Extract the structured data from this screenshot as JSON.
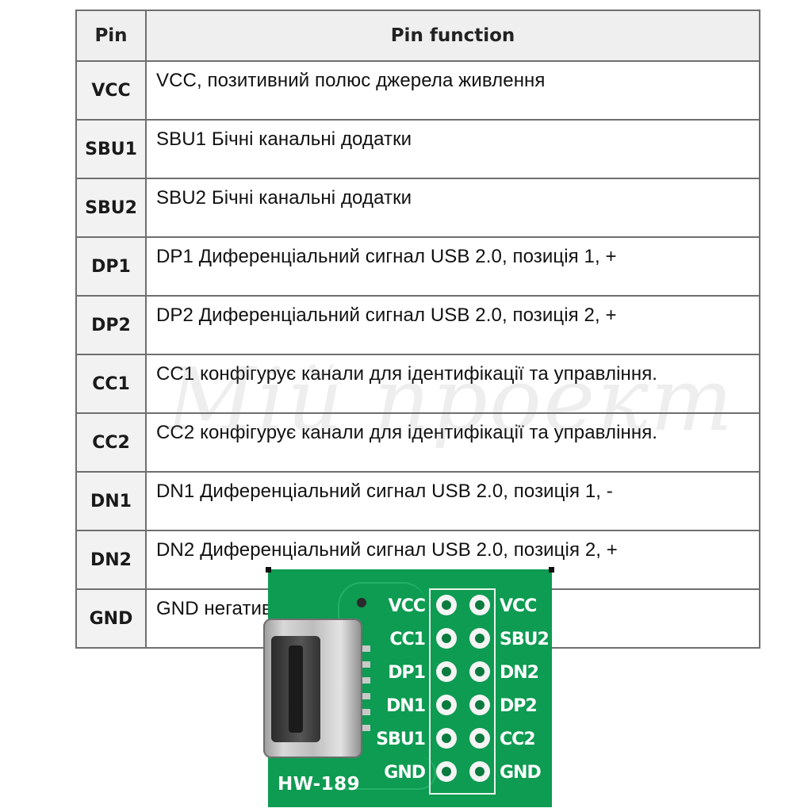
{
  "table": {
    "headers": {
      "pin": "Pin",
      "function": "Pin function"
    },
    "rows": [
      {
        "pin": "VCC",
        "function": "VCC, позитивний полюс джерела живлення"
      },
      {
        "pin": "SBU1",
        "function": "SBU1 Бічні канальні додатки"
      },
      {
        "pin": "SBU2",
        "function": "SBU2 Бічні канальні додатки"
      },
      {
        "pin": "DP1",
        "function": "DP1 Диференціальний сигнал USB 2.0, позиція 1, +"
      },
      {
        "pin": "DP2",
        "function": "DP2 Диференціальний сигнал USB 2.0, позиція 2, +"
      },
      {
        "pin": "CC1",
        "function": "CC1 конфігурує канали для ідентифікації та управління."
      },
      {
        "pin": "CC2",
        "function": "CC2 конфігурує канали для ідентифікації та управління."
      },
      {
        "pin": "DN1",
        "function": "DN1 Диференціальний сигнал USB 2.0, позиція 1, -"
      },
      {
        "pin": "DN2",
        "function": "DN2 Диференціальний сигнал USB 2.0, позиція 2, +"
      },
      {
        "pin": "GND",
        "function": "GND негативний полюс джерела живлення"
      }
    ]
  },
  "watermark": "Мій проект",
  "board": {
    "model": "HW-189",
    "color": "#0e9b52",
    "left_labels": [
      "VCC",
      "CC1",
      "DP1",
      "DN1",
      "SBU1",
      "GND"
    ],
    "right_labels": [
      "VCC",
      "SBU2",
      "DN2",
      "DP2",
      "CC2",
      "GND"
    ]
  }
}
